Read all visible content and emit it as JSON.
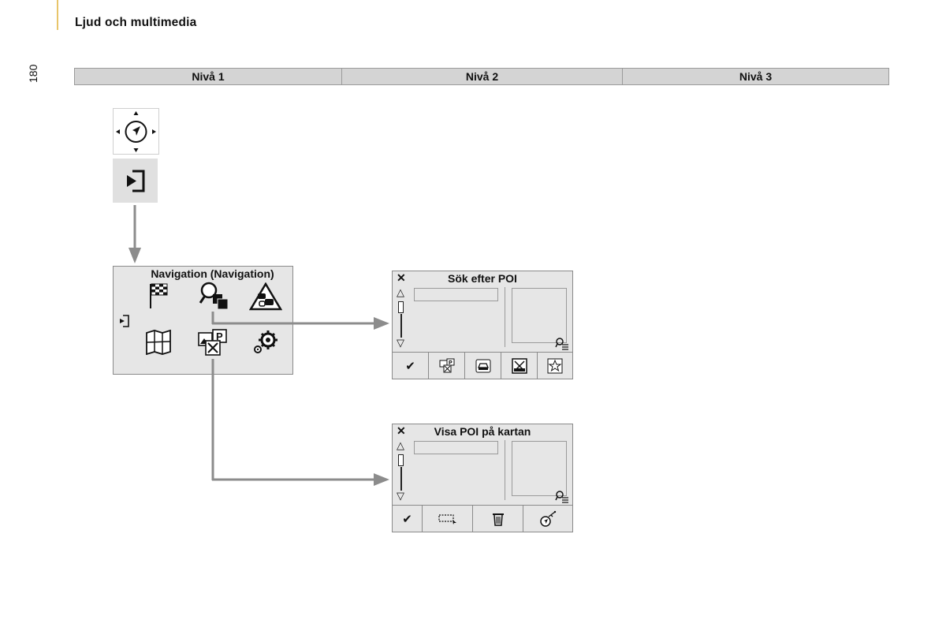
{
  "header": {
    "title": "Ljud och multimedia"
  },
  "page_number": "180",
  "levels": {
    "level1": "Nivå 1",
    "level2": "Nivå 2",
    "level3": "Nivå 3"
  },
  "nav_panel": {
    "title": "Navigation (Navigation)"
  },
  "screen_poi_search": {
    "title": "Sök efter POI",
    "close": "✕"
  },
  "screen_poi_map": {
    "title": "Visa POI på kartan",
    "close": "✕"
  },
  "colors": {
    "level_header_bg": "#d4d4d4",
    "panel_bg": "#e6e6e6",
    "arrow": "#8c8c8c",
    "accent": "#e8c56a"
  }
}
